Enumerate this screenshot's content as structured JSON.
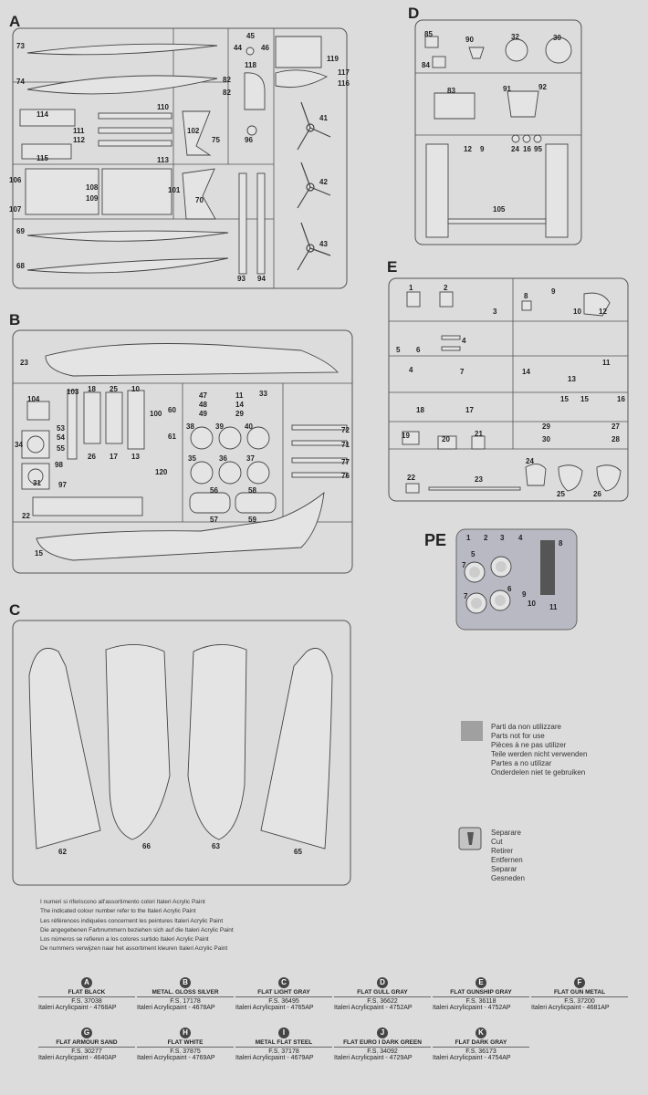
{
  "sheets": {
    "a": "A",
    "b": "B",
    "c": "C",
    "d": "D",
    "e": "E",
    "pe": "PE"
  },
  "legend": {
    "not_used": [
      "Parti da non utilizzare",
      "Parts not for use",
      "Pièces à ne pas utilizer",
      "Teile werden nicht verwenden",
      "Partes a no utilizar",
      "Onderdelen niet te gebruiken"
    ],
    "cut": [
      "Separare",
      "Cut",
      "Retirer",
      "Entfernen",
      "Separar",
      "Gesneden"
    ]
  },
  "notes": [
    "I numeri si riferiscono all'assortimento colori Italeri Acrylic Paint",
    "The indicated colour number refer to the Italeri Acrylic Paint",
    "Les références indiquées concernent les peintures Italeri Acrylic Paint",
    "Die angegebenen Farbnummern beziehen sich auf die Italeri Acrylic Paint",
    "Los números se refieren a los colores surtido Italeri Acrylic Paint",
    "De nummers verwijzen naar het assortiment kleuren Italeri Acrylic Paint"
  ],
  "colors": [
    {
      "letter": "A",
      "name": "Flat Black",
      "fs": "F.S. 37038",
      "ap": "Italeri Acrylicpaint - 4768AP"
    },
    {
      "letter": "B",
      "name": "Metal. Gloss Silver",
      "fs": "F.S. 17178",
      "ap": "Italeri Acrylicpaint - 4678AP"
    },
    {
      "letter": "C",
      "name": "Flat Light Gray",
      "fs": "F.S. 36495",
      "ap": "Italeri Acrylicpaint - 4765AP"
    },
    {
      "letter": "D",
      "name": "Flat Gull Gray",
      "fs": "F.S. 36622",
      "ap": "Italeri Acrylicpaint - 4752AP"
    },
    {
      "letter": "E",
      "name": "Flat Gunship Gray",
      "fs": "F.S. 36118",
      "ap": "Italeri Acrylicpaint - 4752AP"
    },
    {
      "letter": "F",
      "name": "Flat Gun Metal",
      "fs": "F.S. 37200",
      "ap": "Italeri Acrylicpaint - 4681AP"
    },
    {
      "letter": "G",
      "name": "Flat Armour Sand",
      "fs": "F.S. 30277",
      "ap": "Italeri Acrylicpaint - 4640AP"
    },
    {
      "letter": "H",
      "name": "Flat White",
      "fs": "F.S. 37875",
      "ap": "Italeri Acrylicpaint - 4769AP"
    },
    {
      "letter": "I",
      "name": "Metal Flat Steel",
      "fs": "F.S. 37178",
      "ap": "Italeri Acrylicpaint - 4679AP"
    },
    {
      "letter": "J",
      "name": "Flat Euro I Dark Green",
      "fs": "F.S. 34092",
      "ap": "Italeri Acrylicpaint - 4729AP"
    },
    {
      "letter": "K",
      "name": "Flat Dark Gray",
      "fs": "F.S. 36173",
      "ap": "Italeri Acrylicpaint - 4754AP"
    }
  ],
  "part_numbers": {
    "a": [
      "73",
      "74",
      "44",
      "45",
      "46",
      "118",
      "119",
      "117",
      "116",
      "82",
      "82",
      "114",
      "110",
      "111",
      "112",
      "102",
      "75",
      "96",
      "41",
      "115",
      "113",
      "106",
      "107",
      "108",
      "109",
      "101",
      "70",
      "42",
      "69",
      "43",
      "68",
      "93",
      "94"
    ],
    "b": [
      "23",
      "104",
      "103",
      "18",
      "25",
      "10",
      "60",
      "47",
      "11",
      "33",
      "100",
      "48",
      "14",
      "61",
      "49",
      "29",
      "38",
      "39",
      "40",
      "72",
      "34",
      "53",
      "54",
      "55",
      "26",
      "17",
      "13",
      "71",
      "35",
      "36",
      "37",
      "77",
      "98",
      "120",
      "76",
      "31",
      "97",
      "56",
      "58",
      "22",
      "57",
      "59",
      "15"
    ],
    "c": [
      "62",
      "66",
      "63",
      "65"
    ],
    "d": [
      "85",
      "90",
      "32",
      "30",
      "84",
      "83",
      "91",
      "92",
      "12",
      "9",
      "24",
      "16",
      "95",
      "105"
    ],
    "e": [
      "1",
      "2",
      "3",
      "8",
      "9",
      "10",
      "12",
      "5",
      "6",
      "4",
      "14",
      "13",
      "11",
      "4",
      "7",
      "15",
      "15",
      "16",
      "18",
      "17",
      "29",
      "27",
      "30",
      "28",
      "19",
      "20",
      "21",
      "24",
      "22",
      "23",
      "25",
      "26"
    ],
    "pe": [
      "1",
      "2",
      "3",
      "4",
      "5",
      "7",
      "8",
      "6",
      "7",
      "9",
      "10",
      "11"
    ]
  }
}
